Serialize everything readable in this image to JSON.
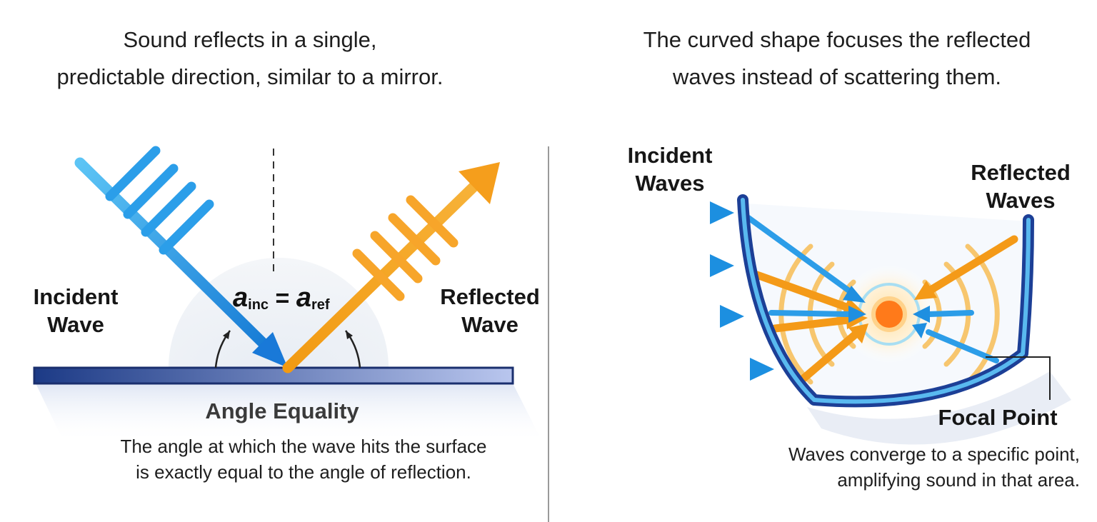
{
  "left": {
    "caption_line1": "Sound reflects in a single,",
    "caption_line2": "predictable direction, similar to a mirror.",
    "incident_label_line1": "Incident",
    "incident_label_line2": "Wave",
    "reflected_label_line1": "Reflected",
    "reflected_label_line2": "Wave",
    "equation": {
      "symbol": "a",
      "left_subscript": "inc",
      "operator": "=",
      "right_subscript": "ref"
    },
    "title": "Angle Equality",
    "description_line1": "The angle at which the wave hits the surface",
    "description_line2": "is exactly equal to the angle of reflection."
  },
  "right": {
    "caption_line1": "The curved shape focuses the reflected",
    "caption_line2": "waves instead of scattering them.",
    "incident_label_line1": "Incident",
    "incident_label_line2": "Waves",
    "reflected_label_line1": "Reflected",
    "reflected_label_line2": "Waves",
    "focal_label": "Focal Point",
    "description_line1": "Waves converge to a specific point,",
    "description_line2": "amplifying sound in that area."
  },
  "colors": {
    "incident_blue": "#1e90df",
    "reflected_orange": "#f5a01f",
    "surface_navy": "#1f3f8a",
    "focal_core": "#ff7a1a",
    "divider": "#9a9a9a"
  }
}
